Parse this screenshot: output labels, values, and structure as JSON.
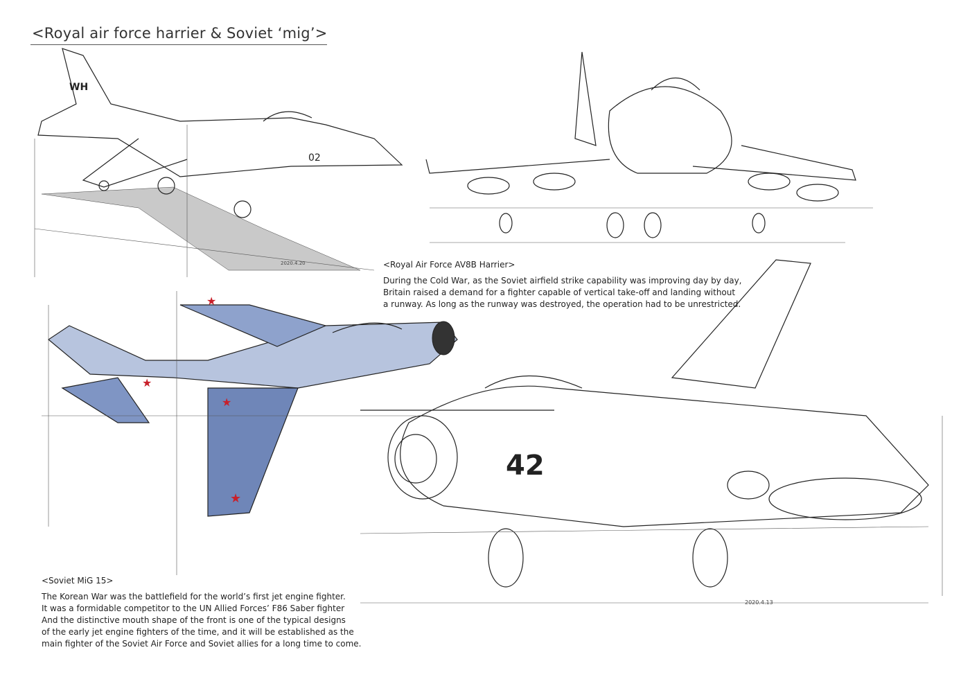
{
  "page": {
    "title": "<Royal air force harrier & Soviet ‘mig’>"
  },
  "captions": {
    "harrier": {
      "heading": "<Royal Air Force AV8B Harrier>",
      "lines": [
        "During the Cold War, as the Soviet airfield strike capability was improving day by day,",
        "Britain raised a demand for a fighter capable of vertical take-off and landing without",
        "a runway. As long as the runway was destroyed, the operation had to be unrestricted."
      ]
    },
    "mig15": {
      "heading": "<Soviet MiG 15>",
      "lines": [
        "The Korean War was the battlefield for the world’s first jet engine fighter.",
        "It was a formidable competitor to the UN Allied Forces’ F86 Saber fighter",
        "And the distinctive mouth shape of the front is one of the typical designs",
        "of the early jet engine fighters of the time, and it will be established as the",
        "main fighter of the Soviet Air Force and Soviet allies for a long time to come."
      ]
    }
  },
  "sketch_lettering": {
    "harrier_tail": "WH",
    "harrier_nose": "02",
    "mig21_number": "42",
    "date_1": "2020.4.20",
    "date_2": "2020.4.13"
  },
  "colors": {
    "ink": "#222222",
    "mig15_blue": "#6f86b8",
    "soviet_star": "#c8202a"
  }
}
